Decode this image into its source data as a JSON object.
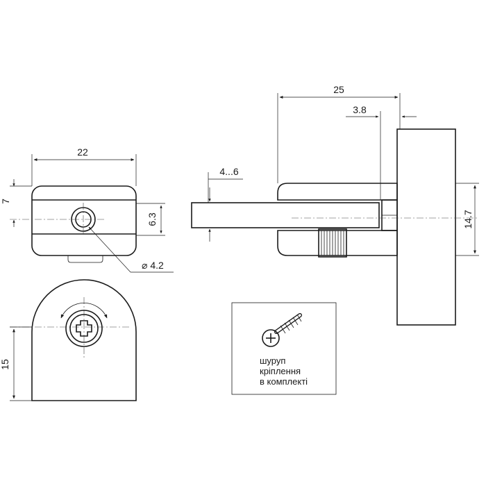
{
  "dimensions": {
    "width_22": "22",
    "height_7": "7",
    "height_6_3": "6.3",
    "hole_dia": "⌀ 4.2",
    "height_15": "15",
    "length_25": "25",
    "offset_3_8": "3.8",
    "glass_4_6": "4...6",
    "height_14_7": "14.7"
  },
  "note": {
    "line1": "шуруп",
    "line2": "кріплення",
    "line3": "в комплекті"
  },
  "icons": [
    "screw-icon",
    "rotation-arrow-icon",
    "phillips-screw-head-icon"
  ],
  "colors": {
    "line": "#1a1a1a",
    "glass_dark": "#6d6d6d",
    "glass_light": "#ffffff"
  }
}
